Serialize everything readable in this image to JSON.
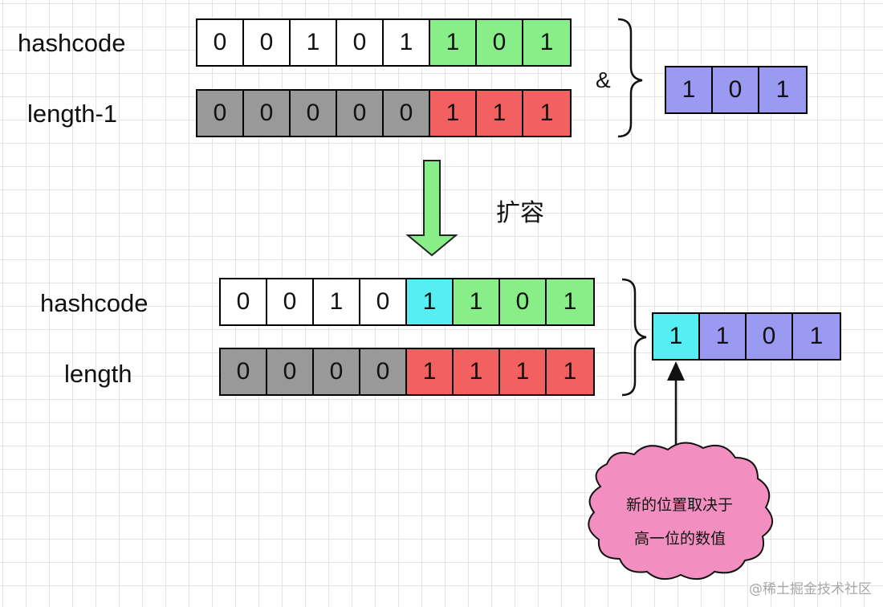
{
  "top": {
    "hashcode_label": "hashcode",
    "hashcode_bits": [
      "0",
      "0",
      "1",
      "0",
      "1",
      "1",
      "0",
      "1"
    ],
    "mask_label": "length-1",
    "mask_bits": [
      "0",
      "0",
      "0",
      "0",
      "0",
      "1",
      "1",
      "1"
    ],
    "operator": "&",
    "result_bits": [
      "1",
      "0",
      "1"
    ]
  },
  "expand_label": "扩容",
  "bottom": {
    "hashcode_label": "hashcode",
    "hashcode_bits": [
      "0",
      "0",
      "1",
      "0",
      "1",
      "1",
      "0",
      "1"
    ],
    "mask_label": "length",
    "mask_bits": [
      "0",
      "0",
      "0",
      "0",
      "1",
      "1",
      "1",
      "1"
    ],
    "result_bits": [
      "1",
      "1",
      "0",
      "1"
    ]
  },
  "note": {
    "line1": "新的位置取决于",
    "line2": "高一位的数值"
  },
  "watermark": "@稀土掘金技术社区",
  "colors": {
    "green": "#88ee88",
    "gray": "#999999",
    "red": "#f26060",
    "blue": "#9a9af2",
    "cyan": "#55eef2",
    "cloud": "#f28fc0"
  }
}
